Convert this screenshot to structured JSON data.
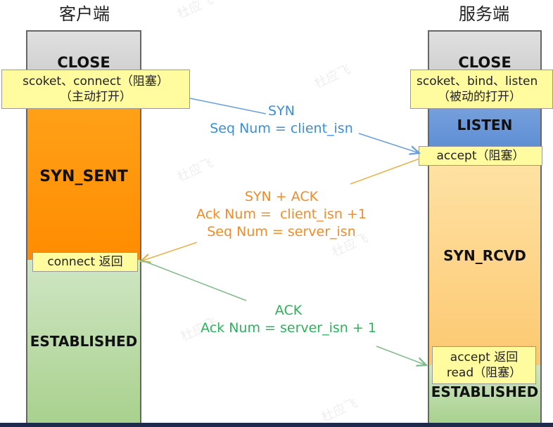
{
  "client": {
    "title": "客户端",
    "states": {
      "close": "CLOSE",
      "syn_sent": "SYN_SENT",
      "established": "ESTABLISHED"
    },
    "notes": {
      "connect_line1": "scoket、connect（阻塞）",
      "connect_line2": "（主动打开）",
      "connect_return": "connect 返回"
    }
  },
  "server": {
    "title": "服务端",
    "states": {
      "close": "CLOSE",
      "listen": "LISTEN",
      "syn_rcvd": "SYN_RCVD",
      "established": "ESTABLISHED"
    },
    "notes": {
      "listen_line1": "scoket、bind、listen",
      "listen_line2": "（被动的打开）",
      "accept_block": "accept（阻塞）",
      "accept_return": "accept 返回",
      "read_block": "read（阻塞）"
    }
  },
  "messages": {
    "syn": {
      "line1": "SYN",
      "line2": "Seq Num = client_isn"
    },
    "synack": {
      "line1": "SYN + ACK",
      "line2": "Ack Num =  client_isn +1",
      "line3": "Seq Num = server_isn"
    },
    "ack": {
      "line1": "ACK",
      "line2": "Ack Num = server_isn + 1"
    }
  },
  "watermark": "杜应飞",
  "colors": {
    "syn": "#3a8fd9",
    "synack": "#f08c2a",
    "ack": "#2db25c"
  }
}
